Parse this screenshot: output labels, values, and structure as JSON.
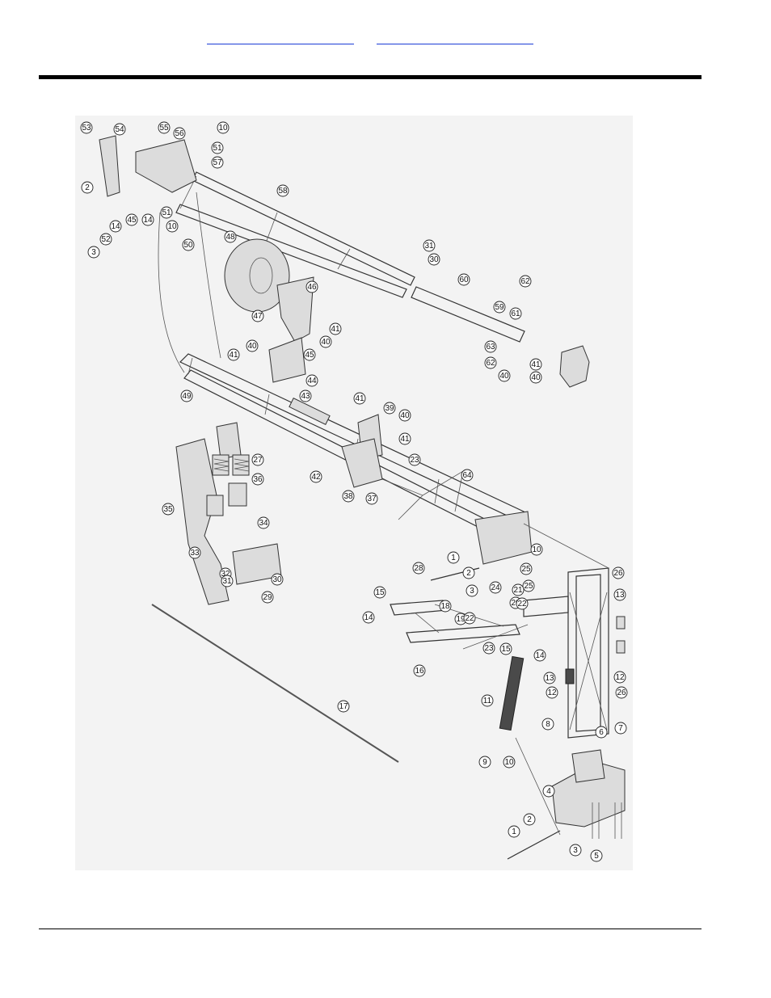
{
  "header": {
    "link_1": "",
    "link_2": ""
  },
  "diagram": {
    "callouts": [
      "53",
      "54",
      "55",
      "56",
      "10",
      "51",
      "57",
      "2",
      "14",
      "45",
      "52",
      "3",
      "14",
      "51",
      "10",
      "50",
      "58",
      "48",
      "47",
      "46",
      "41",
      "40",
      "45",
      "41",
      "40",
      "44",
      "43",
      "49",
      "31",
      "30",
      "60",
      "59",
      "62",
      "61",
      "63",
      "62",
      "40",
      "41",
      "40",
      "41",
      "39",
      "40",
      "41",
      "42",
      "38",
      "37",
      "23",
      "64",
      "27",
      "36",
      "35",
      "34",
      "33",
      "32",
      "31",
      "30",
      "29",
      "28",
      "1",
      "2",
      "3",
      "24",
      "25",
      "10",
      "25",
      "26",
      "15",
      "14",
      "18",
      "19",
      "21",
      "20",
      "22",
      "22",
      "23",
      "15",
      "14",
      "16",
      "13",
      "12",
      "13",
      "12",
      "26",
      "11",
      "8",
      "9",
      "10",
      "6",
      "7",
      "4",
      "2",
      "1",
      "3",
      "5",
      "17"
    ]
  }
}
